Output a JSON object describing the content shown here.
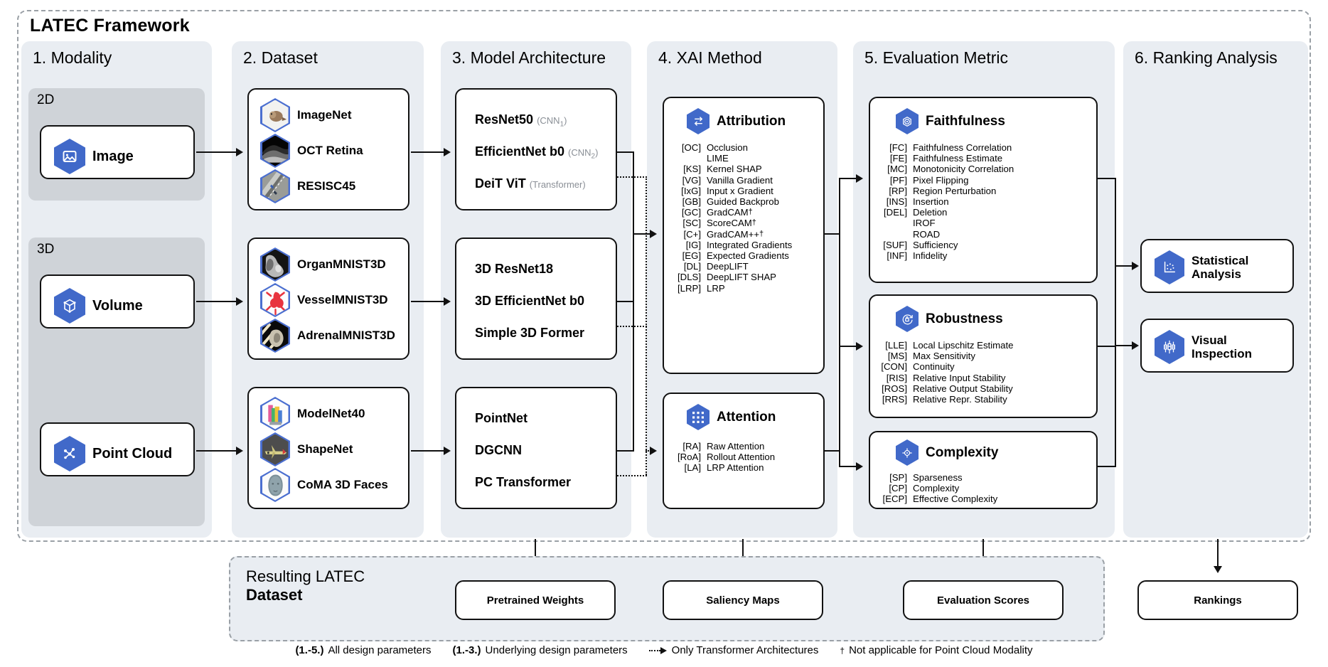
{
  "framework": {
    "title": "LATEC Framework"
  },
  "stages": [
    {
      "title": "1. Modality"
    },
    {
      "title": "2. Dataset"
    },
    {
      "title": "3. Model Architecture"
    },
    {
      "title": "4. XAI Method"
    },
    {
      "title": "5. Evaluation Metric"
    },
    {
      "title": "6. Ranking Analysis"
    }
  ],
  "modality": {
    "group_2d": {
      "label": "2D",
      "items": [
        {
          "label": "Image",
          "icon": "image-icon"
        }
      ]
    },
    "group_3d": {
      "label": "3D",
      "items": [
        {
          "label": "Volume",
          "icon": "volume-cube-icon"
        },
        {
          "label": "Point Cloud",
          "icon": "point-cloud-icon"
        }
      ]
    }
  },
  "datasets": {
    "image": [
      {
        "label": "ImageNet",
        "icon": "bird-thumbnail-icon"
      },
      {
        "label": "OCT Retina",
        "icon": "oct-scan-thumbnail-icon"
      },
      {
        "label": "RESISC45",
        "icon": "aerial-highway-thumbnail-icon"
      }
    ],
    "volume": [
      {
        "label": "OrganMNIST3D",
        "icon": "organ-volume-thumbnail-icon"
      },
      {
        "label": "VesselMNIST3D",
        "icon": "vessel-volume-thumbnail-icon"
      },
      {
        "label": "AdrenalMNIST3D",
        "icon": "adrenal-volume-thumbnail-icon"
      }
    ],
    "pointcloud": [
      {
        "label": "ModelNet40",
        "icon": "modelnet-thumbnail-icon"
      },
      {
        "label": "ShapeNet",
        "icon": "airplane-thumbnail-icon"
      },
      {
        "label": "CoMA 3D Faces",
        "icon": "face-mesh-thumbnail-icon"
      }
    ]
  },
  "models": {
    "image": [
      {
        "name": "ResNet50",
        "note": "(CNN",
        "sub": "1",
        "note_end": ")"
      },
      {
        "name": "EfficientNet b0",
        "note": "(CNN",
        "sub": "2",
        "note_end": ")"
      },
      {
        "name": "DeiT ViT",
        "note": "(Transformer)",
        "sub": "",
        "note_end": ""
      }
    ],
    "volume": [
      {
        "name": "3D ResNet18",
        "note": "",
        "sub": "",
        "note_end": ""
      },
      {
        "name": "3D EfficientNet b0",
        "note": "",
        "sub": "",
        "note_end": ""
      },
      {
        "name": "Simple 3D Former",
        "note": "",
        "sub": "",
        "note_end": ""
      }
    ],
    "pointcloud": [
      {
        "name": "PointNet",
        "note": "",
        "sub": "",
        "note_end": ""
      },
      {
        "name": "DGCNN",
        "note": "",
        "sub": "",
        "note_end": ""
      },
      {
        "name": "PC Transformer",
        "note": "",
        "sub": "",
        "note_end": ""
      }
    ]
  },
  "xai": {
    "attribution": {
      "title": "Attribution",
      "icon": "attribution-arrows-icon",
      "items": [
        {
          "tag": "[OC]",
          "name": "Occlusion",
          "dagger": false
        },
        {
          "tag": "",
          "name": "LIME",
          "dagger": false
        },
        {
          "tag": "[KS]",
          "name": "Kernel SHAP",
          "dagger": false
        },
        {
          "tag": "[VG]",
          "name": "Vanilla Gradient",
          "dagger": false
        },
        {
          "tag": "[IxG]",
          "name": "Input x Gradient",
          "dagger": false
        },
        {
          "tag": "[GB]",
          "name": "Guided Backprob",
          "dagger": false
        },
        {
          "tag": "[GC]",
          "name": "GradCAM",
          "dagger": true
        },
        {
          "tag": "[SC]",
          "name": "ScoreCAM",
          "dagger": true
        },
        {
          "tag": "[C+]",
          "name": "GradCAM++",
          "dagger": true
        },
        {
          "tag": "[IG]",
          "name": "Integrated Gradients",
          "dagger": false
        },
        {
          "tag": "[EG]",
          "name": "Expected Gradients",
          "dagger": false
        },
        {
          "tag": "[DL]",
          "name": "DeepLIFT",
          "dagger": false
        },
        {
          "tag": "[DLS]",
          "name": "DeepLIFT SHAP",
          "dagger": false
        },
        {
          "tag": "[LRP]",
          "name": "LRP",
          "dagger": false
        }
      ]
    },
    "attention": {
      "title": "Attention",
      "icon": "attention-grid-icon",
      "items": [
        {
          "tag": "[RA]",
          "name": "Raw Attention",
          "dagger": false
        },
        {
          "tag": "[RoA]",
          "name": "Rollout Attention",
          "dagger": false
        },
        {
          "tag": "[LA]",
          "name": "LRP Attention",
          "dagger": false
        }
      ]
    }
  },
  "metrics": {
    "faithfulness": {
      "title": "Faithfulness",
      "icon": "target-icon",
      "items": [
        {
          "tag": "[FC]",
          "name": "Faithfulness Correlation"
        },
        {
          "tag": "[FE]",
          "name": "Faithfulness Estimate"
        },
        {
          "tag": "[MC]",
          "name": "Monotonicity Correlation"
        },
        {
          "tag": "[PF]",
          "name": "Pixel Flipping"
        },
        {
          "tag": "[RP]",
          "name": "Region Perturbation"
        },
        {
          "tag": "[INS]",
          "name": "Insertion"
        },
        {
          "tag": "[DEL]",
          "name": "Deletion"
        },
        {
          "tag": "",
          "name": "IROF"
        },
        {
          "tag": "",
          "name": "ROAD"
        },
        {
          "tag": "[SUF]",
          "name": "Sufficiency"
        },
        {
          "tag": "[INF]",
          "name": "Infidelity"
        }
      ]
    },
    "robustness": {
      "title": "Robustness",
      "icon": "shield-refresh-icon",
      "items": [
        {
          "tag": "[LLE]",
          "name": "Local Lipschitz Estimate"
        },
        {
          "tag": "[MS]",
          "name": "Max Sensitivity"
        },
        {
          "tag": "[CON]",
          "name": "Continuity"
        },
        {
          "tag": "[RIS]",
          "name": "Relative Input Stability"
        },
        {
          "tag": "[ROS]",
          "name": "Relative Output Stability"
        },
        {
          "tag": "[RRS]",
          "name": "Relative Repr. Stability"
        }
      ]
    },
    "complexity": {
      "title": "Complexity",
      "icon": "complexity-node-icon",
      "items": [
        {
          "tag": "[SP]",
          "name": "Sparseness"
        },
        {
          "tag": "[CP]",
          "name": "Complexity"
        },
        {
          "tag": "[ECP]",
          "name": "Effective Complexity"
        }
      ]
    }
  },
  "ranking": {
    "items": [
      {
        "label": "Statistical\nAnalysis",
        "icon": "scatter-plot-icon"
      },
      {
        "label": "Visual\nInspection",
        "icon": "boxplot-icon"
      }
    ]
  },
  "result": {
    "title_line1": "Resulting LATEC",
    "title_line2": "Dataset",
    "boxes": [
      {
        "label": "Pretrained Weights"
      },
      {
        "label": "Saliency Maps"
      },
      {
        "label": "Evaluation Scores"
      },
      {
        "label": "Rankings"
      }
    ]
  },
  "legend": [
    {
      "prefix": "(1.-5.)",
      "text": "All design parameters",
      "marker": "none"
    },
    {
      "prefix": "(1.-3.)",
      "text": "Underlying design parameters",
      "marker": "none"
    },
    {
      "prefix": "",
      "text": "Only Transformer Architectures",
      "marker": "dashed-arrow"
    },
    {
      "prefix": "",
      "text": "Not applicable for Point Cloud Modality",
      "marker": "dagger"
    }
  ],
  "colors": {
    "accent": "#4169c9",
    "stage_bg": "#e9edf2",
    "subgroup_bg": "#cfd3d8",
    "frame_border": "#9aa0a6",
    "stroke": "#111111",
    "muted_text": "#8a8f96"
  }
}
